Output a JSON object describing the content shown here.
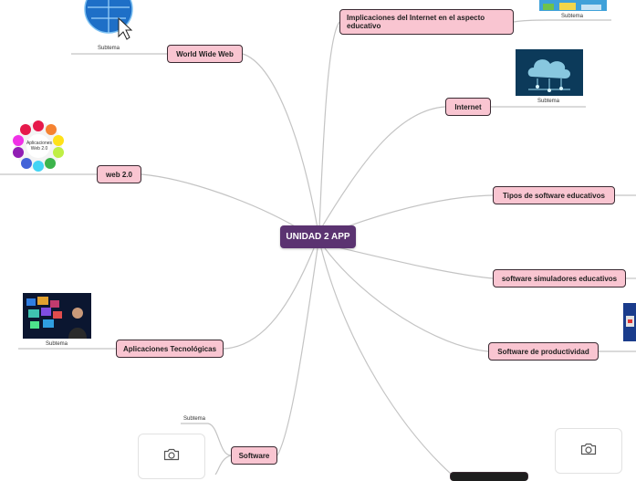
{
  "central": {
    "label": "UNIDAD 2 APP"
  },
  "topics": {
    "world_wide_web": "World Wide Web",
    "implicaciones": "Implicaciones del Internet en el aspecto educativo",
    "internet": "Internet",
    "web20": "web 2.0",
    "tipos_software": "Tipos de software educativos",
    "simuladores": "software simuladores educativos",
    "aplicaciones": "Aplicaciones Tecnológicas",
    "productividad": "Software de productividad",
    "software": "Software"
  },
  "subtopic_label": "Subtema",
  "web20_image_text": "Aplicaciones Web 2.0",
  "colors": {
    "central_fill": "#5b3371",
    "topic_fill": "#f9c5d1",
    "topic_border": "#3a2a32",
    "link": "#c4c4c4"
  },
  "icons": {
    "image_placeholder": "camera-icon",
    "web_image": "globe-cursor-image",
    "cloud_image": "cloud-network-image",
    "web20_image": "color-wheel-image",
    "apps_image": "screens-wall-image"
  }
}
